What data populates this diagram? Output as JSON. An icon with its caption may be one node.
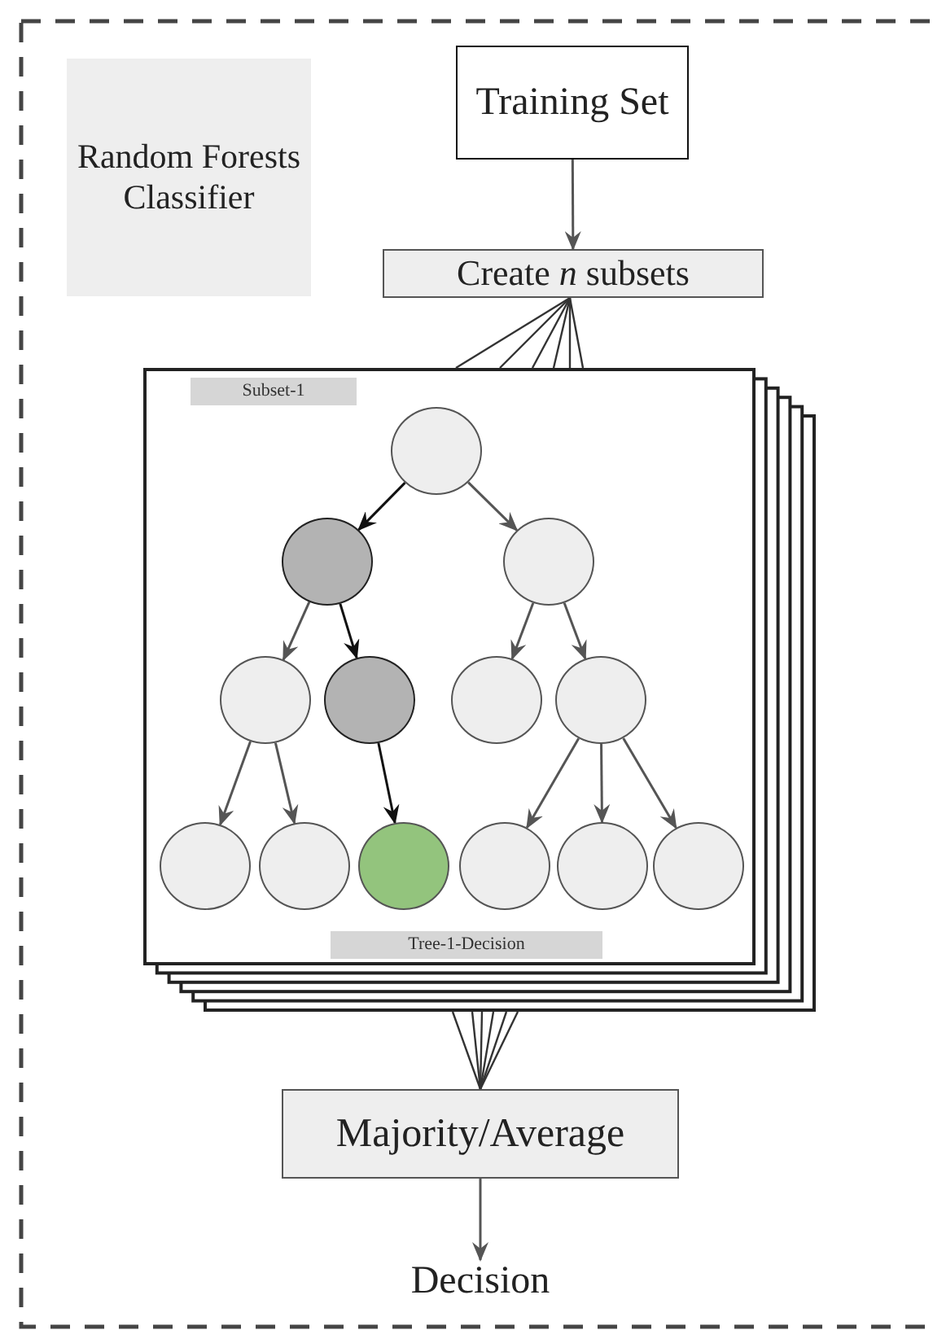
{
  "diagram": {
    "nodes": [
      {
        "text": [
          "Random Forests Classifier"
        ]
      },
      {
        "text": [
          "Training Set"
        ]
      },
      {
        "text": [
          "Create *n* subsets"
        ]
      },
      {
        "text": [
          "Subset-1",
          "Tree-1-Decision"
        ]
      },
      {
        "text": [],
        "shape": "circle",
        "in": 3
      },
      {
        "text": [],
        "shape": "circle",
        "in": 3
      },
      {
        "text": [],
        "shape": "circle",
        "in": 3
      },
      {
        "text": [],
        "shape": "circle",
        "in": 3
      },
      {
        "text": [],
        "shape": "circle",
        "in": 3
      },
      {
        "text": [],
        "shape": "circle",
        "in": 3
      },
      {
        "text": [],
        "shape": "circle",
        "in": 3
      },
      {
        "text": [],
        "shape": "circle",
        "in": 3
      },
      {
        "text": [],
        "shape": "circle",
        "in": 3
      },
      {
        "text": [],
        "shape": "circle",
        "in": 3
      },
      {
        "text": [],
        "shape": "circle",
        "in": 3
      },
      {
        "text": [],
        "shape": "circle",
        "in": 3
      },
      {
        "text": [],
        "shape": "circle",
        "in": 3
      },
      {
        "text": [
          "Majority/Average"
        ]
      },
      {
        "text": [
          "Decision"
        ]
      }
    ],
    "edges": [
      {
        "from": 1,
        "to": 2,
        "arrow": "to"
      },
      {
        "from": 2,
        "to": 3,
        "arrow": "none"
      },
      {
        "from": 2,
        "to": 3,
        "arrow": "none"
      },
      {
        "from": 2,
        "to": 3,
        "arrow": "none"
      },
      {
        "from": 2,
        "to": 3,
        "arrow": "none"
      },
      {
        "from": 2,
        "to": 3,
        "arrow": "none"
      },
      {
        "from": 2,
        "to": 3,
        "arrow": "none"
      },
      {
        "from": 4,
        "to": 5,
        "arrow": "to",
        "color": "#111111"
      },
      {
        "from": 4,
        "to": 6,
        "arrow": "to"
      },
      {
        "from": 5,
        "to": 7,
        "arrow": "to"
      },
      {
        "from": 5,
        "to": 8,
        "arrow": "to",
        "color": "#111111"
      },
      {
        "from": 6,
        "to": 9,
        "arrow": "to"
      },
      {
        "from": 6,
        "to": 10,
        "arrow": "to"
      },
      {
        "from": 7,
        "to": 11,
        "arrow": "to"
      },
      {
        "from": 7,
        "to": 12,
        "arrow": "to"
      },
      {
        "from": 8,
        "to": 13,
        "arrow": "to",
        "color": "#111111"
      },
      {
        "from": 10,
        "to": 14,
        "arrow": "to"
      },
      {
        "from": 10,
        "to": 15,
        "arrow": "to"
      },
      {
        "from": 10,
        "to": 16,
        "arrow": "to"
      },
      {
        "from": 3,
        "to": 17,
        "arrow": "none"
      },
      {
        "from": 3,
        "to": 17,
        "arrow": "none"
      },
      {
        "from": 3,
        "to": 17,
        "arrow": "none"
      },
      {
        "from": 3,
        "to": 17,
        "arrow": "none"
      },
      {
        "from": 3,
        "to": 17,
        "arrow": "none"
      },
      {
        "from": 3,
        "to": 17,
        "arrow": "none"
      },
      {
        "from": 17,
        "to": 18,
        "arrow": "to"
      }
    ]
  }
}
